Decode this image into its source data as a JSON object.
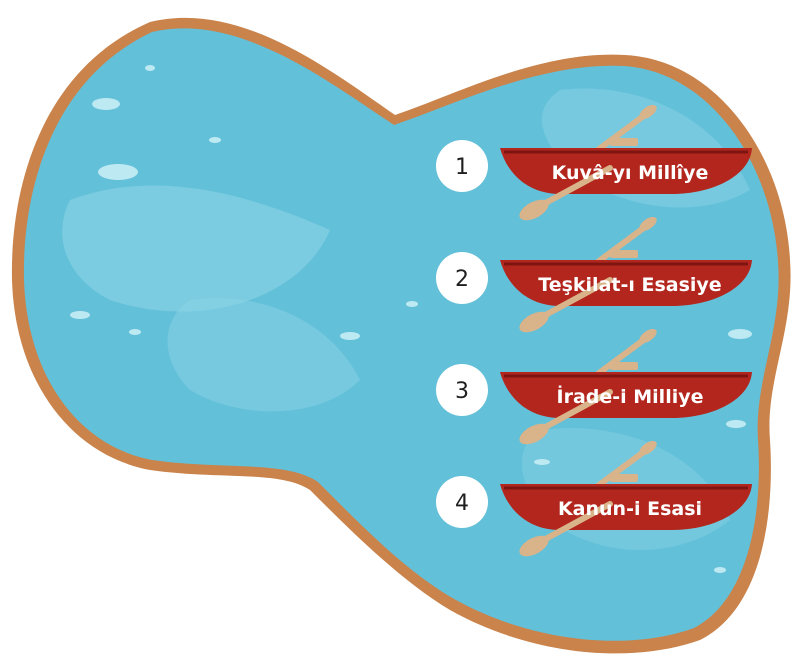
{
  "colors": {
    "shore": "#c9834b",
    "water": "#63c0d9",
    "water_light": "#8fd5e6",
    "water_highlight": "#bde9f2",
    "boat_hull": "#b3261e",
    "boat_hull_dark": "#7d1510",
    "oar": "#d9b48a",
    "badge_fill": "#ffffff",
    "label_text": "#ffffff",
    "number_text": "#1f1f1f"
  },
  "boats": [
    {
      "number": "1",
      "label": "Kuvâ-yı Millîye",
      "icon": "rowboat-icon"
    },
    {
      "number": "2",
      "label": "Teşkilat-ı Esasiye",
      "icon": "rowboat-icon"
    },
    {
      "number": "3",
      "label": "İrade-i Milliye",
      "icon": "rowboat-icon"
    },
    {
      "number": "4",
      "label": "Kanun-i Esasi",
      "icon": "rowboat-icon"
    }
  ]
}
